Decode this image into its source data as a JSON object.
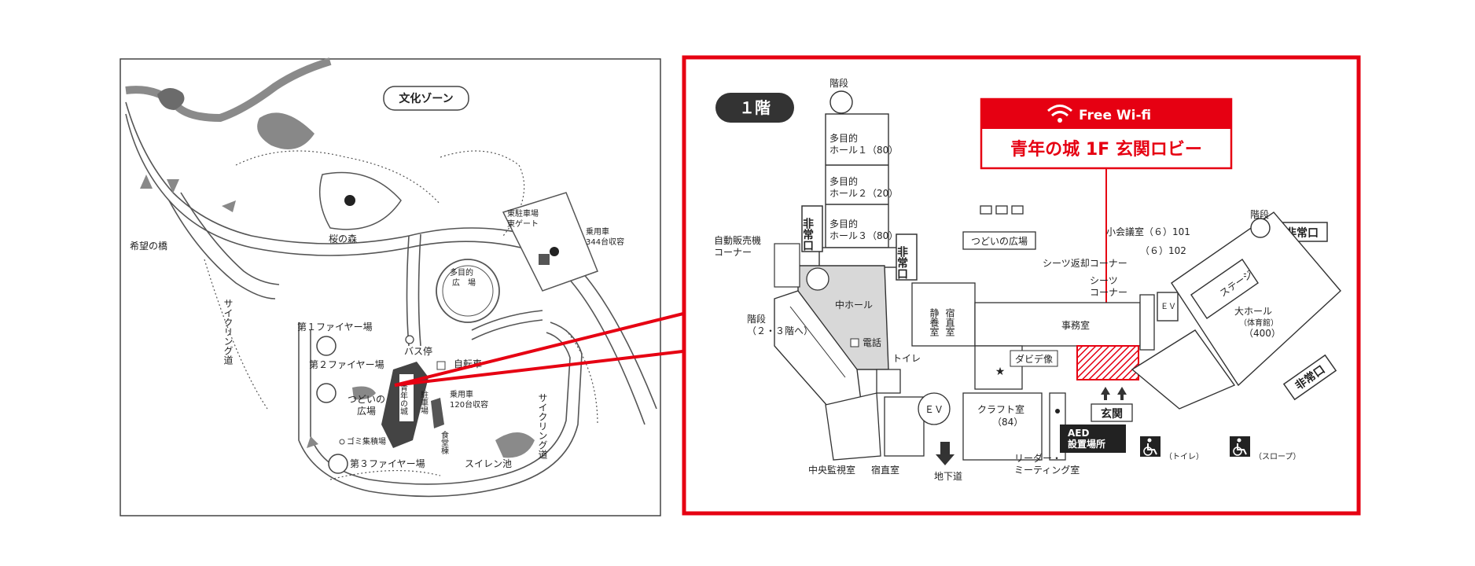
{
  "colors": {
    "accent": "#e60012",
    "road": "#6e6e6e",
    "building": "#444444",
    "hall_fill": "#d8d8d8",
    "wifi_hatch": "#e60012"
  },
  "left_map": {
    "zone_title": "文化ゾーン",
    "labels": {
      "sakura_forest": "桜の森",
      "east_parking": "東駐車場\n東ゲート",
      "passenger_cars_344": "乗用車\n344台収容",
      "kibou_bridge": "希望の橋",
      "multi_plaza": "多目的\n広　場",
      "fire1": "第１ファイヤー場",
      "bus_stop": "バス停",
      "bicycle": "自転車",
      "fire2": "第２ファイヤー場",
      "seinen_castle": "青年の城",
      "tsudoi_plaza": "つどいの\n広場",
      "parking_sign": "駐車場",
      "passenger_cars_120": "乗用車\n120台収容",
      "cafeteria": "食堂棟",
      "cycling_road_left": "サイクリング道",
      "cycling_road_right": "サイクリング道",
      "garbage": "ゴミ集積場",
      "fire3": "第３ファイヤー場",
      "swan_pond": "スイレン池"
    }
  },
  "floor_map": {
    "floor_badge": "１階",
    "wifi": {
      "icon": "wifi-icon",
      "label": "Free Wi-fi",
      "location": "青年の城 1F  玄関ロビー"
    },
    "labels": {
      "stairs_top": "階段",
      "multi_hall_1": "多目的\nホール１（80）",
      "multi_hall_2": "多目的\nホール２（20）",
      "multi_hall_3": "多目的\nホール３（80）",
      "vending": "自動販売機\nコーナー",
      "emergency_exit": "非常口",
      "tsudoi_plaza": "つどいの広場",
      "small_meeting": "小会議室（６）101",
      "small_meeting_2": "（６）102",
      "sheets_return": "シーツ返却コーナー",
      "sheets_corner": "シーツ\nコーナー",
      "stairs_right": "階段",
      "stairs_left": "階段\n（２・３階へ）",
      "center_hall": "中ホール",
      "phone": "電話",
      "quiet_room": "静養室",
      "night_room_a": "宿直室",
      "office": "事務室",
      "ev_small": "ＥＶ",
      "stage": "ステージ",
      "big_hall": "大ホール\n（体育館）\n（400）",
      "toilet": "トイレ",
      "david": "ダビデ像",
      "craft_room": "クラフト室\n（84）",
      "entrance": "玄関",
      "ev": "ＥＶ",
      "aed": "AED\n設置場所",
      "central_monitor": "中央監視室",
      "night_room": "宿直室",
      "underground": "地下道",
      "leader_meeting": "リーダー・\nミーティング室",
      "toilet_note": "（トイレ）",
      "slope_note": "（スロープ）"
    }
  }
}
